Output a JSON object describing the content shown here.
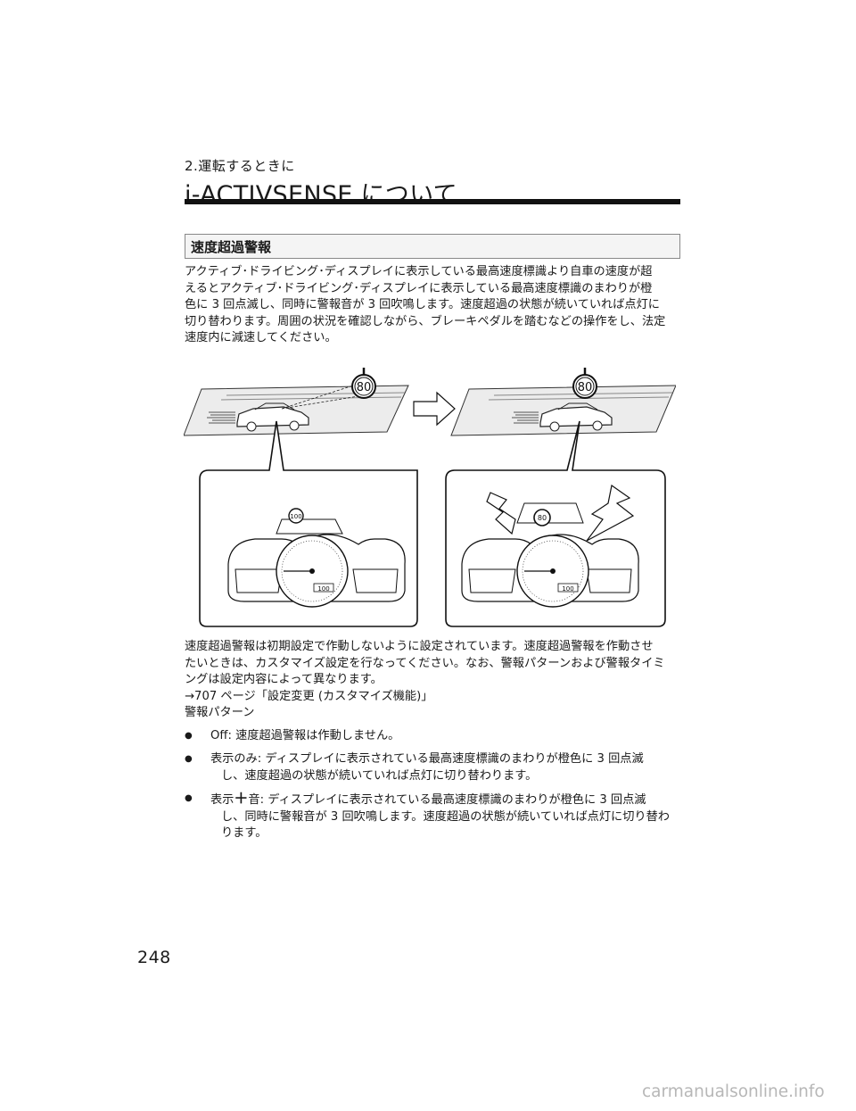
{
  "header": {
    "section": "2.運転するときに",
    "title": "i-ACTIVSENSE について"
  },
  "subheading": "速度超過警報",
  "intro_lines": [
    "アクティブ･ドライビング･ディスプレイに表示している最高速度標識より自車の速度が超",
    "えるとアクティブ･ドライビング･ディスプレイに表示している最高速度標識のまわりが橙",
    "色に 3 回点滅し、同時に警報音が 3 回吹鳴します。速度超過の状態が続いていれば点灯に",
    "切り替わります。周囲の状況を確認しながら、ブレーキペダルを踏むなどの操作をし、法定",
    "速度内に減速してください。"
  ],
  "figure": {
    "road_sign_speed": "80",
    "display_sign_left": "100",
    "display_sign_right": "80",
    "lcd_readout": "100",
    "icons": [
      "car-icon",
      "arrow-right-icon",
      "lightning-icon",
      "instrument-cluster-icon",
      "speed-limit-sign-icon"
    ]
  },
  "para2_lines": [
    "速度超過警報は初期設定で作動しないように設定されています。速度超過警報を作動させ",
    "たいときは、カスタマイズ設定を行なってください。なお、警報パターンおよび警報タイミ",
    "ングは設定内容によって異なります。",
    "→707 ページ「設定変更 (カスタマイズ機能)」",
    "警報パターン"
  ],
  "bullets": [
    {
      "lines": [
        "Off: 速度超過警報は作動しません。"
      ]
    },
    {
      "lines": [
        "表示のみ: ディスプレイに表示されている最高速度標識のまわりが橙色に 3 回点滅",
        "し、速度超過の状態が続いていれば点灯に切り替わります。"
      ]
    },
    {
      "prefix": "表示",
      "mid": "音",
      "lead_rest": ": ディスプレイに表示されている最高速度標識のまわりが橙色に 3 回点滅",
      "lines": [
        "し、同時に警報音が 3 回吹鳴します。速度超過の状態が続いていれば点灯に切り替わ",
        "ります。"
      ]
    }
  ],
  "bullet_glyph": "●",
  "plus_glyph": "＋",
  "page_number": "248",
  "watermark": "carmanualsonline.info"
}
